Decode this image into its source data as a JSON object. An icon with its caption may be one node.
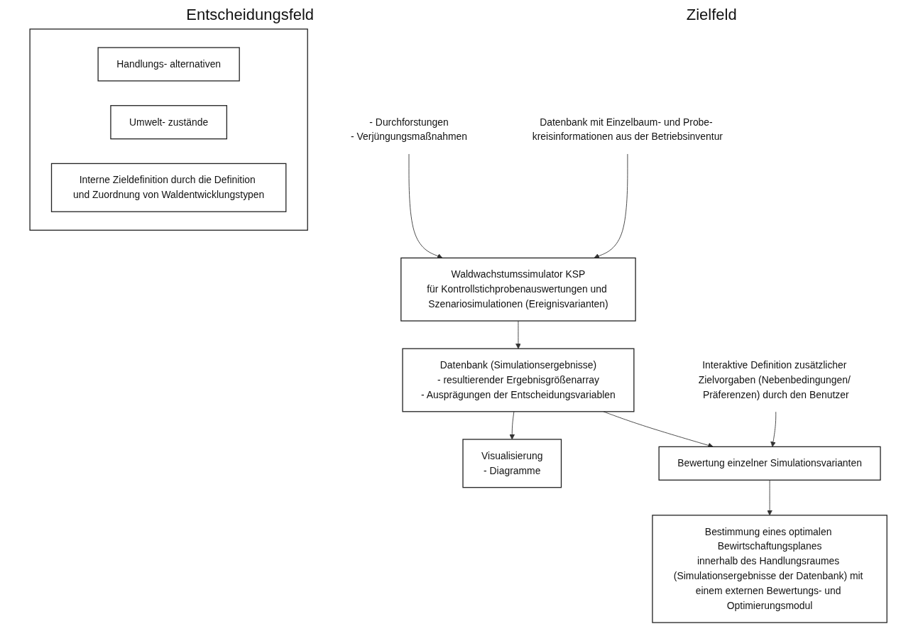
{
  "diagram": {
    "nodes": [
      {
        "text": [],
        "shape": "box"
      },
      {
        "text": [
          "Handlungs- alternativen"
        ],
        "in": 0
      },
      {
        "text": [
          "Umwelt- zustände"
        ],
        "in": 0
      },
      {
        "text": [
          "Interne Zieldefinition durch die Definition und Zuordnung von Waldentwicklungstypen"
        ],
        "in": 0
      },
      {
        "text": [
          "- Durchforstungen",
          "- Verjüngungsmaßnahmen"
        ]
      },
      {
        "text": [
          "Datenbank mit Einzelbaum- und Probe- kreisinformationen aus der Betriebsinventur"
        ]
      },
      {
        "text": [
          "Interaktive Definition zusätzlicher Zielvorgaben (Nebenbedingungen/ Präferenzen) durch den Benutzer"
        ]
      },
      {
        "text": [
          "Waldwachstumssimulator KSP",
          "für Kontrollstichprobenauswertungen und Szenariosimulationen (Ereignisvarianten)"
        ]
      },
      {
        "text": [
          "Datenbank (Simulationsergebnisse)",
          "- resultierender Ergebnisgrößenarray",
          "- Ausprägungen der Entscheidungsvariablen"
        ]
      },
      {
        "text": [
          "Visualisierung",
          "- Diagramme"
        ]
      },
      {
        "text": [
          "Bewertung einzelner Simulationsvarianten"
        ]
      },
      {
        "text": [
          "Bestimmung eines optimalen Bewirtschaftungsplanes",
          "innerhalb des Handlungsraumes (Simulationsergebnisse der Datenbank) mit einem externen Bewertungs- und Optimierungsmodul"
        ]
      }
    ],
    "edges": [
      {
        "from": 4,
        "to": 7,
        "arrow": "to"
      },
      {
        "from": 5,
        "to": 7,
        "arrow": "to"
      },
      {
        "from": 7,
        "to": 8,
        "arrow": "to"
      },
      {
        "from": 8,
        "to": 9,
        "arrow": "to"
      },
      {
        "from": 8,
        "to": 10,
        "arrow": "to"
      },
      {
        "from": 6,
        "to": 10,
        "arrow": "to"
      },
      {
        "from": 10,
        "to": 11,
        "arrow": "to"
      }
    ],
    "labels": [
      "Entscheidungsfeld",
      "Zielfeld"
    ]
  }
}
